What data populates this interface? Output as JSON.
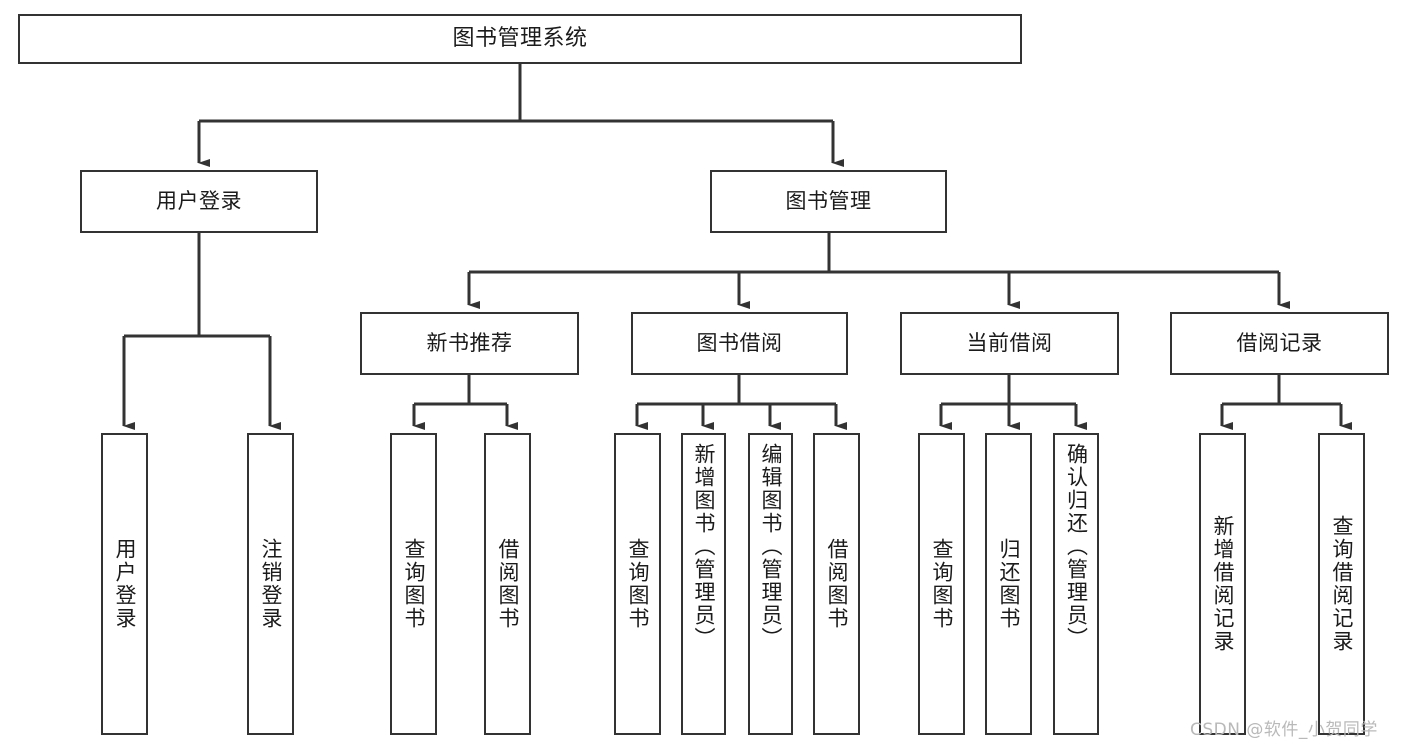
{
  "diagram": {
    "title": "图书管理系统",
    "type": "hierarchy-tree",
    "root": {
      "label": "图书管理系统"
    },
    "level2": [
      {
        "label": "用户登录"
      },
      {
        "label": "图书管理"
      }
    ],
    "level3": [
      {
        "label": "新书推荐"
      },
      {
        "label": "图书借阅"
      },
      {
        "label": "当前借阅"
      },
      {
        "label": "借阅记录"
      }
    ],
    "leaves": {
      "user_login": [
        {
          "label": "用户登录"
        },
        {
          "label": "注销登录"
        }
      ],
      "new_book_recommend": [
        {
          "label": "查询图书"
        },
        {
          "label": "借阅图书"
        }
      ],
      "book_borrow": [
        {
          "label": "查询图书"
        },
        {
          "label": "新增图书（管理员）"
        },
        {
          "label": "编辑图书（管理员）"
        },
        {
          "label": "借阅图书"
        }
      ],
      "current_borrow": [
        {
          "label": "查询图书"
        },
        {
          "label": "归还图书"
        },
        {
          "label": "确认归还（管理员）"
        }
      ],
      "borrow_record": [
        {
          "label": "新增借阅记录"
        },
        {
          "label": "查询借阅记录"
        }
      ]
    }
  },
  "watermark": {
    "text": "CSDN @软件_小贺同学"
  },
  "colors": {
    "stroke": "#333333",
    "background": "#ffffff",
    "text": "#1b1b1b",
    "watermark": "#b9b9b9"
  }
}
